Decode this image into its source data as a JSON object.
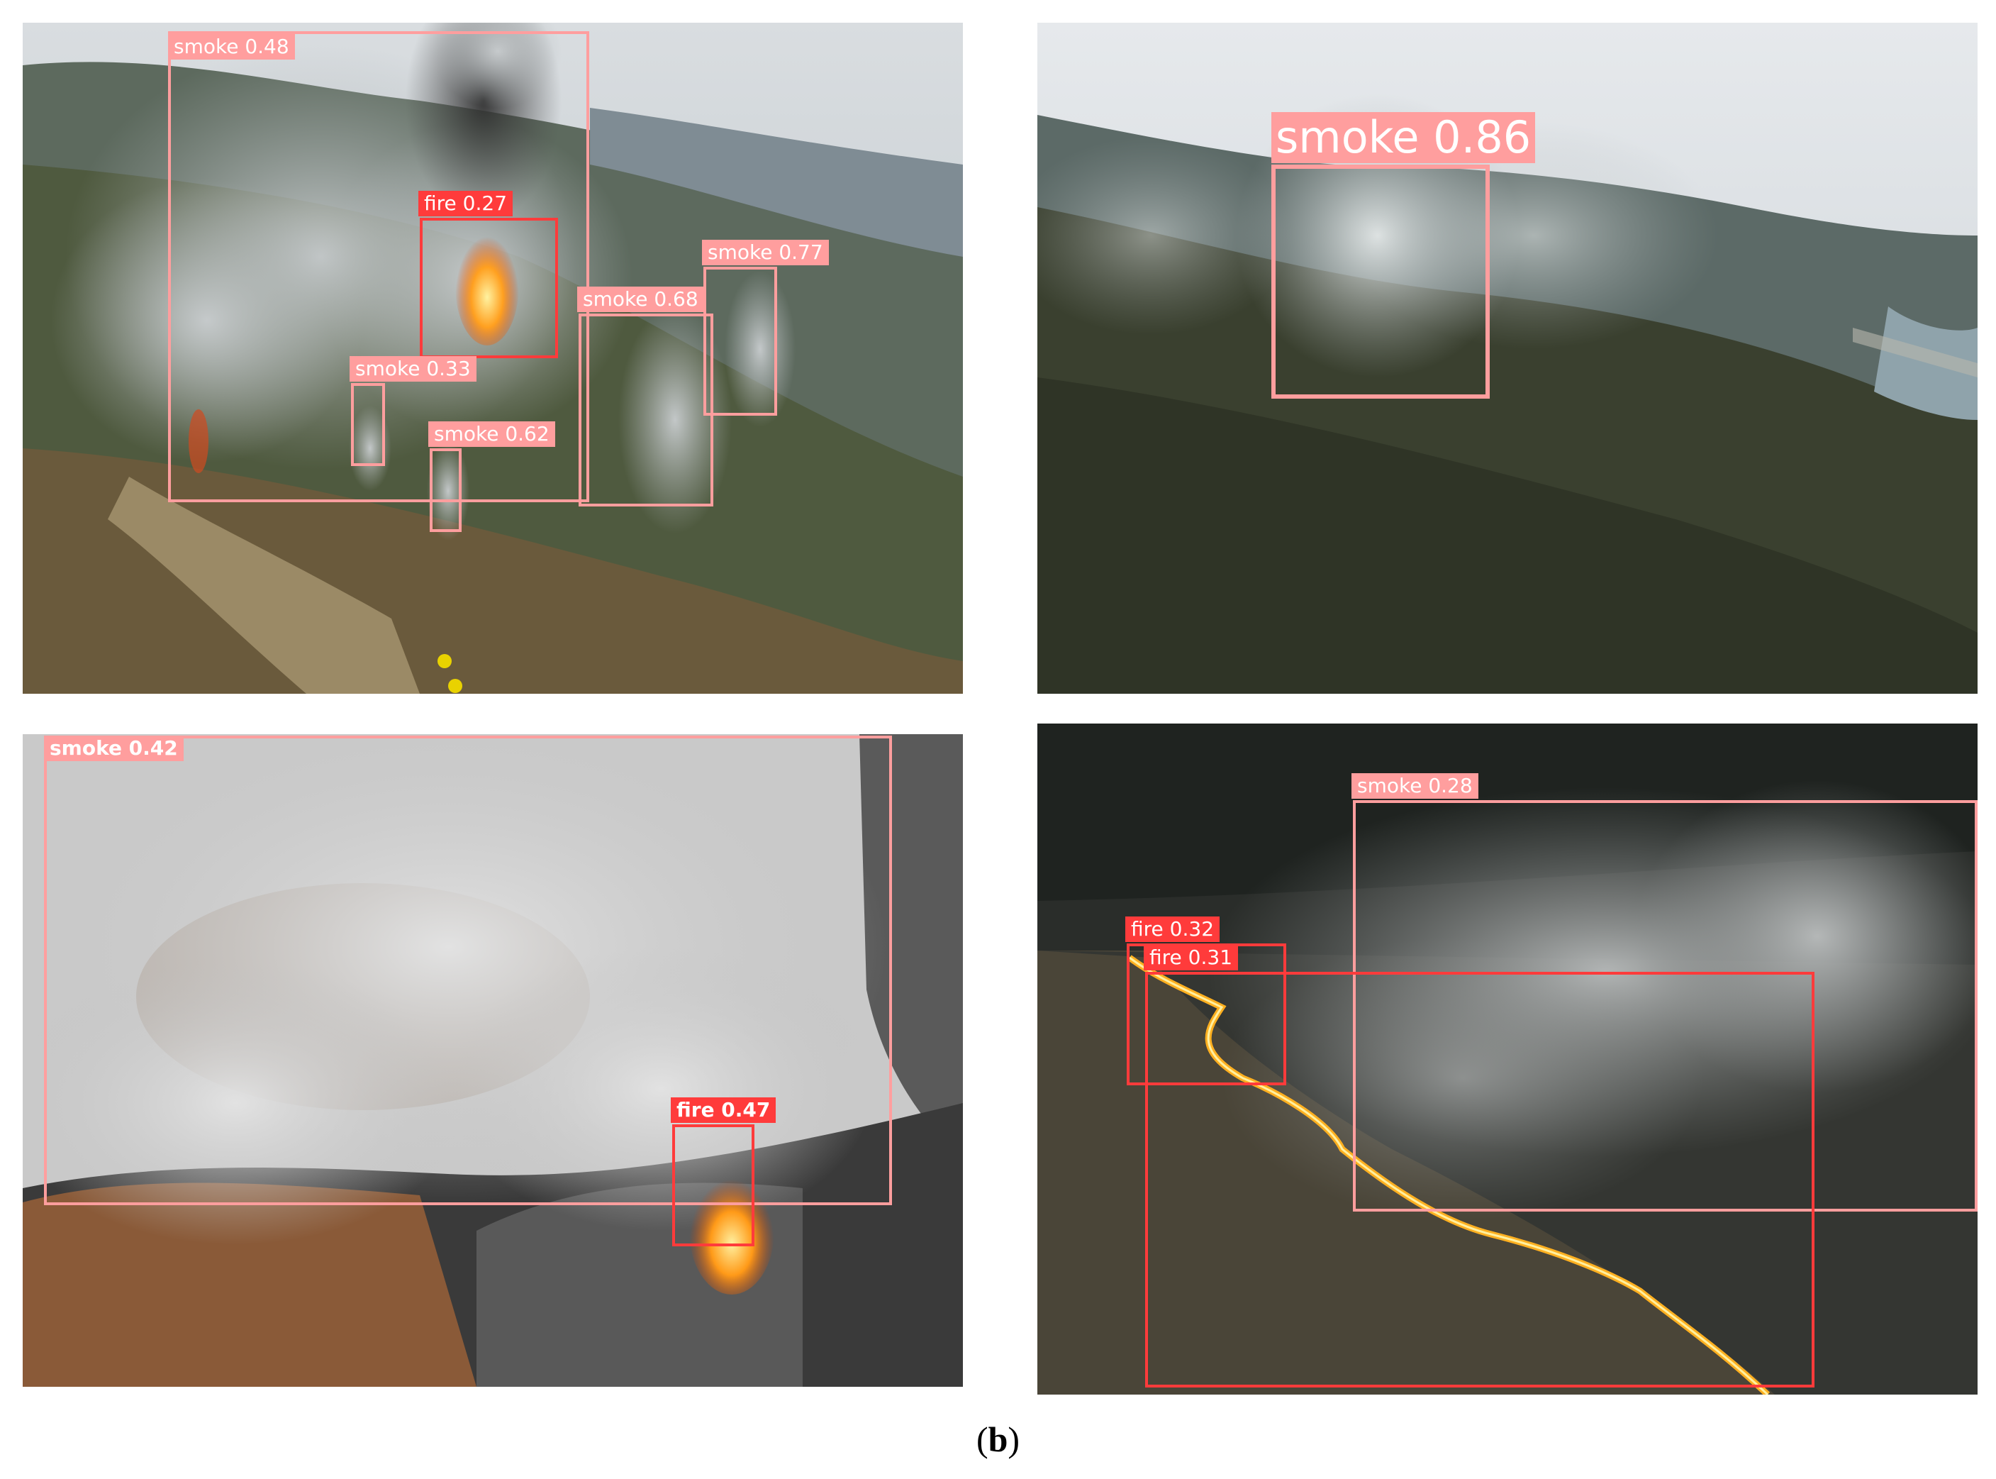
{
  "colors": {
    "smoke": "#FF9E9E",
    "fire": "#FF3B3B"
  },
  "panels": [
    {
      "id": "top-left",
      "detections": [
        {
          "label": "smoke 0.48",
          "class": "smoke"
        },
        {
          "label": "fire 0.27",
          "class": "fire"
        },
        {
          "label": "smoke 0.33",
          "class": "smoke"
        },
        {
          "label": "smoke 0.62",
          "class": "smoke"
        },
        {
          "label": "smoke 0.68",
          "class": "smoke"
        },
        {
          "label": "smoke 0.77",
          "class": "smoke"
        }
      ]
    },
    {
      "id": "top-right",
      "detections": [
        {
          "label": "smoke 0.86",
          "class": "smoke"
        }
      ]
    },
    {
      "id": "bottom-left",
      "detections": [
        {
          "label": "smoke 0.42",
          "class": "smoke"
        },
        {
          "label": "fire 0.47",
          "class": "fire"
        }
      ]
    },
    {
      "id": "bottom-right",
      "detections": [
        {
          "label": "smoke 0.28",
          "class": "smoke"
        },
        {
          "label": "fire 0.32",
          "class": "fire"
        },
        {
          "label": "fire 0.31",
          "class": "fire"
        }
      ]
    }
  ],
  "caption": {
    "open": "(",
    "letter": "b",
    "close": ")"
  }
}
